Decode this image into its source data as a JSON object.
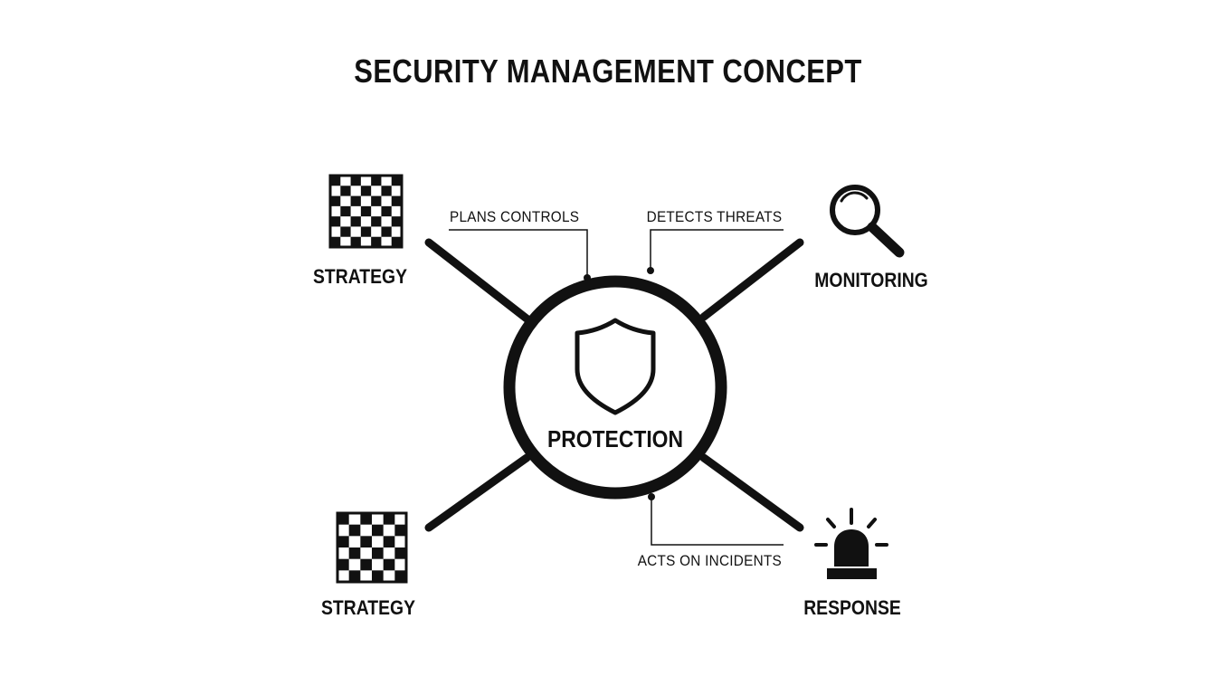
{
  "title": "SECURITY MANAGEMENT CONCEPT",
  "center": {
    "label": "PROTECTION",
    "icon": "shield-icon"
  },
  "nodes": [
    {
      "label": "STRATEGY",
      "icon": "chessboard-icon"
    },
    {
      "label": "MONITORING",
      "icon": "magnifier-icon"
    },
    {
      "label": "STRATEGY",
      "icon": "chessboard-icon"
    },
    {
      "label": "RESPONSE",
      "icon": "siren-icon"
    }
  ],
  "callouts": [
    {
      "label": "PLANS CONTROLS"
    },
    {
      "label": "DETECTS THREATS"
    },
    {
      "label": "ACTS ON INCIDENTS"
    }
  ],
  "colors": {
    "ink": "#111111",
    "background": "#ffffff"
  }
}
